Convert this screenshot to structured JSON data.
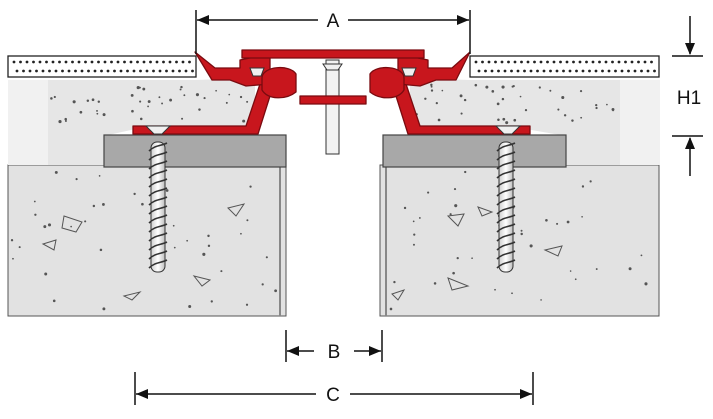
{
  "labels": {
    "a": "A",
    "b": "B",
    "c": "C",
    "h1": "H1"
  },
  "colors": {
    "profile_red": "#c8161d",
    "profile_edge": "#7a0b10",
    "concrete": "#e3e3e3",
    "concrete_dark": "#dadada",
    "screed": "#ececec",
    "base_plate": "#a9a9a9",
    "line": "#1a1a1a"
  }
}
